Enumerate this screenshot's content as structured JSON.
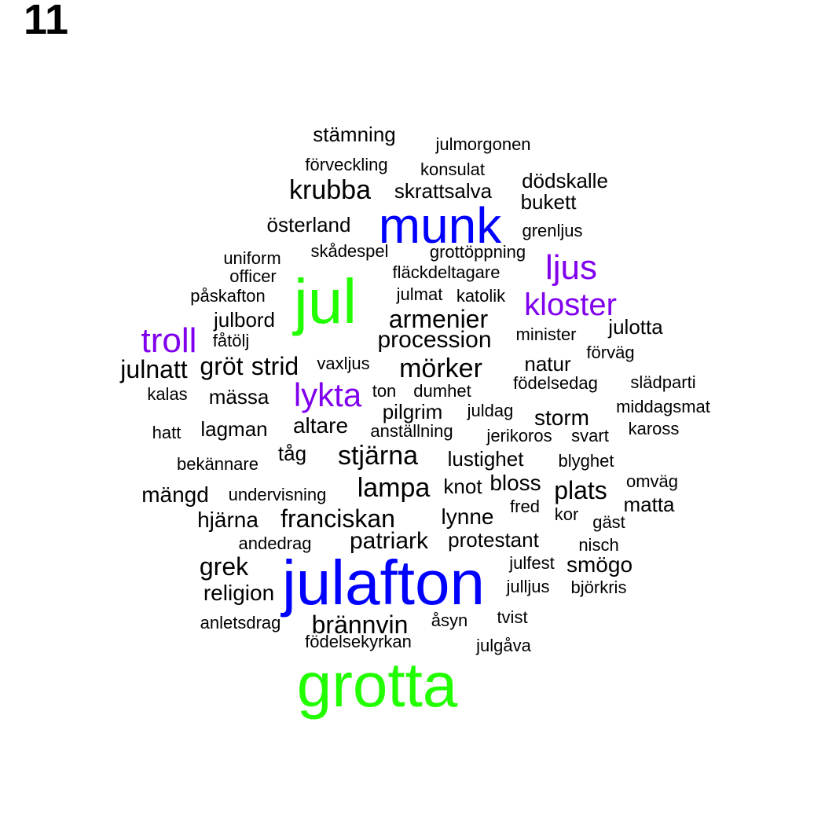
{
  "panel_label": "11",
  "colors": {
    "large_blue": "#0000ff",
    "large_green": "#22ff00",
    "medium_purple": "#8000ee",
    "small_black": "#000000"
  },
  "words": [
    {
      "text": "grotta",
      "weight": 4,
      "tier": "large_green"
    },
    {
      "text": "julafton",
      "weight": 4,
      "tier": "large_blue"
    },
    {
      "text": "jul",
      "weight": 4,
      "tier": "large_green"
    },
    {
      "text": "munk",
      "weight": 4,
      "tier": "large_blue"
    },
    {
      "text": "ljus",
      "weight": 3,
      "tier": "medium_purple"
    },
    {
      "text": "kloster",
      "weight": 3,
      "tier": "medium_purple"
    },
    {
      "text": "troll",
      "weight": 3,
      "tier": "medium_purple"
    },
    {
      "text": "lykta",
      "weight": 3,
      "tier": "medium_purple"
    },
    {
      "text": "stjärna",
      "weight": 2,
      "tier": "small_black"
    },
    {
      "text": "lampa",
      "weight": 2,
      "tier": "small_black"
    },
    {
      "text": "mörker",
      "weight": 2,
      "tier": "small_black"
    },
    {
      "text": "krubba",
      "weight": 2,
      "tier": "small_black"
    },
    {
      "text": "franciskan",
      "weight": 2,
      "tier": "small_black"
    },
    {
      "text": "grek",
      "weight": 2,
      "tier": "small_black"
    },
    {
      "text": "armenier",
      "weight": 2,
      "tier": "small_black"
    },
    {
      "text": "brännvin",
      "weight": 2,
      "tier": "small_black"
    },
    {
      "text": "julnatt",
      "weight": 2,
      "tier": "small_black"
    },
    {
      "text": "strid",
      "weight": 2,
      "tier": "small_black"
    },
    {
      "text": "gröt",
      "weight": 2,
      "tier": "small_black"
    },
    {
      "text": "patriark",
      "weight": 2,
      "tier": "small_black"
    },
    {
      "text": "plats",
      "weight": 2,
      "tier": "small_black"
    },
    {
      "text": "procession",
      "weight": 2,
      "tier": "small_black"
    },
    {
      "text": "skrattsalva",
      "weight": 1,
      "tier": "small_black"
    },
    {
      "text": "dödskalle",
      "weight": 1,
      "tier": "small_black"
    },
    {
      "text": "bukett",
      "weight": 1,
      "tier": "small_black"
    },
    {
      "text": "österland",
      "weight": 1,
      "tier": "small_black"
    },
    {
      "text": "julbord",
      "weight": 1,
      "tier": "small_black"
    },
    {
      "text": "julotta",
      "weight": 1,
      "tier": "small_black"
    },
    {
      "text": "natur",
      "weight": 1,
      "tier": "small_black"
    },
    {
      "text": "mässa",
      "weight": 1,
      "tier": "small_black"
    },
    {
      "text": "altare",
      "weight": 1,
      "tier": "small_black"
    },
    {
      "text": "storm",
      "weight": 1,
      "tier": "small_black"
    },
    {
      "text": "lagman",
      "weight": 1,
      "tier": "small_black"
    },
    {
      "text": "tåg",
      "weight": 1,
      "tier": "small_black"
    },
    {
      "text": "lustighet",
      "weight": 1,
      "tier": "small_black"
    },
    {
      "text": "mängd",
      "weight": 1,
      "tier": "small_black"
    },
    {
      "text": "bloss",
      "weight": 1,
      "tier": "small_black"
    },
    {
      "text": "knot",
      "weight": 1,
      "tier": "small_black"
    },
    {
      "text": "hjärna",
      "weight": 1,
      "tier": "small_black"
    },
    {
      "text": "lynne",
      "weight": 1,
      "tier": "small_black"
    },
    {
      "text": "matta",
      "weight": 1,
      "tier": "small_black"
    },
    {
      "text": "protestant",
      "weight": 1,
      "tier": "small_black"
    },
    {
      "text": "smögo",
      "weight": 1,
      "tier": "small_black"
    },
    {
      "text": "religion",
      "weight": 1,
      "tier": "small_black"
    },
    {
      "text": "pilgrim",
      "weight": 1,
      "tier": "small_black"
    },
    {
      "text": "stämning",
      "weight": 1,
      "tier": "small_black"
    },
    {
      "text": "julmorgonen",
      "weight": 0,
      "tier": "small_black"
    },
    {
      "text": "förveckling",
      "weight": 0,
      "tier": "small_black"
    },
    {
      "text": "konsulat",
      "weight": 0,
      "tier": "small_black"
    },
    {
      "text": "grenljus",
      "weight": 0,
      "tier": "small_black"
    },
    {
      "text": "uniform",
      "weight": 0,
      "tier": "small_black"
    },
    {
      "text": "skådespel",
      "weight": 0,
      "tier": "small_black"
    },
    {
      "text": "grottöppning",
      "weight": 0,
      "tier": "small_black"
    },
    {
      "text": "officer",
      "weight": 0,
      "tier": "small_black"
    },
    {
      "text": "fläckdeltagare",
      "weight": 0,
      "tier": "small_black"
    },
    {
      "text": "påskafton",
      "weight": 0,
      "tier": "small_black"
    },
    {
      "text": "julmat",
      "weight": 0,
      "tier": "small_black"
    },
    {
      "text": "katolik",
      "weight": 0,
      "tier": "small_black"
    },
    {
      "text": "minister",
      "weight": 0,
      "tier": "small_black"
    },
    {
      "text": "fåtölj",
      "weight": 0,
      "tier": "small_black"
    },
    {
      "text": "förväg",
      "weight": 0,
      "tier": "small_black"
    },
    {
      "text": "vaxljus",
      "weight": 0,
      "tier": "small_black"
    },
    {
      "text": "födelsedag",
      "weight": 0,
      "tier": "small_black"
    },
    {
      "text": "slädparti",
      "weight": 0,
      "tier": "small_black"
    },
    {
      "text": "kalas",
      "weight": 0,
      "tier": "small_black"
    },
    {
      "text": "ton",
      "weight": 0,
      "tier": "small_black"
    },
    {
      "text": "dumhet",
      "weight": 0,
      "tier": "small_black"
    },
    {
      "text": "juldag",
      "weight": 0,
      "tier": "small_black"
    },
    {
      "text": "middagsmat",
      "weight": 0,
      "tier": "small_black"
    },
    {
      "text": "hatt",
      "weight": 0,
      "tier": "small_black"
    },
    {
      "text": "anställning",
      "weight": 0,
      "tier": "small_black"
    },
    {
      "text": "jerikoros",
      "weight": 0,
      "tier": "small_black"
    },
    {
      "text": "svart",
      "weight": 0,
      "tier": "small_black"
    },
    {
      "text": "kaross",
      "weight": 0,
      "tier": "small_black"
    },
    {
      "text": "blyghet",
      "weight": 0,
      "tier": "small_black"
    },
    {
      "text": "bekännare",
      "weight": 0,
      "tier": "small_black"
    },
    {
      "text": "omväg",
      "weight": 0,
      "tier": "small_black"
    },
    {
      "text": "undervisning",
      "weight": 0,
      "tier": "small_black"
    },
    {
      "text": "fred",
      "weight": 0,
      "tier": "small_black"
    },
    {
      "text": "kor",
      "weight": 0,
      "tier": "small_black"
    },
    {
      "text": "gäst",
      "weight": 0,
      "tier": "small_black"
    },
    {
      "text": "andedrag",
      "weight": 0,
      "tier": "small_black"
    },
    {
      "text": "nisch",
      "weight": 0,
      "tier": "small_black"
    },
    {
      "text": "julfest",
      "weight": 0,
      "tier": "small_black"
    },
    {
      "text": "julljus",
      "weight": 0,
      "tier": "small_black"
    },
    {
      "text": "björkris",
      "weight": 0,
      "tier": "small_black"
    },
    {
      "text": "anletsdrag",
      "weight": 0,
      "tier": "small_black"
    },
    {
      "text": "åsyn",
      "weight": 0,
      "tier": "small_black"
    },
    {
      "text": "tvist",
      "weight": 0,
      "tier": "small_black"
    },
    {
      "text": "födelsekyrkan",
      "weight": 0,
      "tier": "small_black"
    },
    {
      "text": "julgåva",
      "weight": 0,
      "tier": "small_black"
    }
  ]
}
